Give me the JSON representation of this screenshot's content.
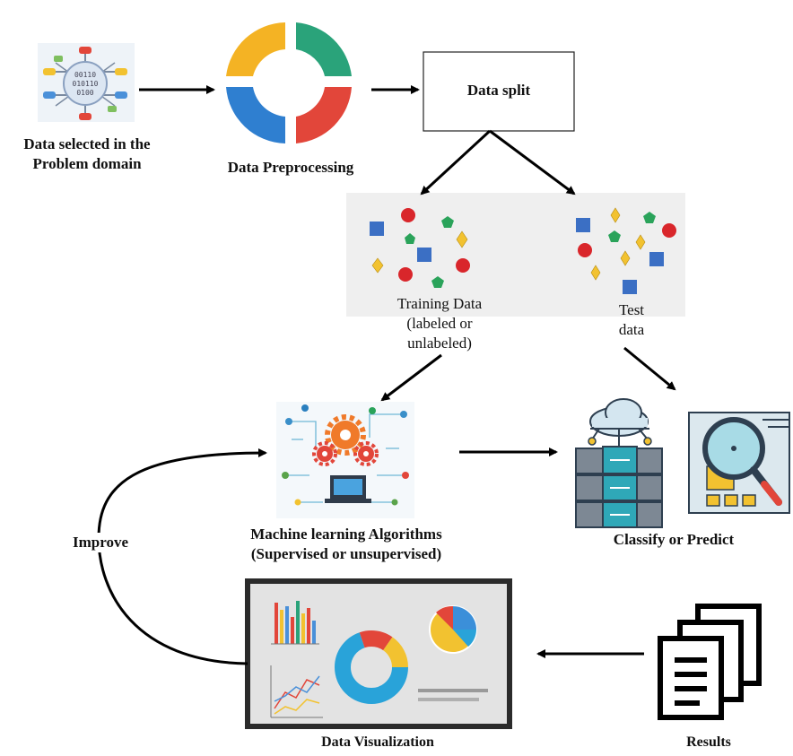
{
  "nodes": {
    "data_selected": {
      "line1": "Data selected in the",
      "line2": "Problem domain",
      "binary": [
        "00110",
        "010110",
        "0100"
      ]
    },
    "preprocessing": {
      "label": "Data Preprocessing"
    },
    "data_split": {
      "label": "Data split"
    },
    "training": {
      "line1": "Training Data",
      "line2": "(labeled or",
      "line3": "unlabeled)"
    },
    "test": {
      "line1": "Test",
      "line2": "data"
    },
    "ml": {
      "line1": "Machine learning Algorithms",
      "line2": "(Supervised or unsupervised)"
    },
    "classify": {
      "label": "Classify or Predict"
    },
    "results": {
      "label": "Results"
    },
    "visualization": {
      "label": "Data Visualization"
    },
    "improve": {
      "label": "Improve"
    }
  },
  "colors": {
    "square": "#3b6fc4",
    "circle": "#d9262b",
    "pentagon": "#2aa35a",
    "diamond": "#f2c230",
    "cycle": [
      "#f4b324",
      "#2aa37a",
      "#e2463a",
      "#2f7fd0"
    ]
  }
}
